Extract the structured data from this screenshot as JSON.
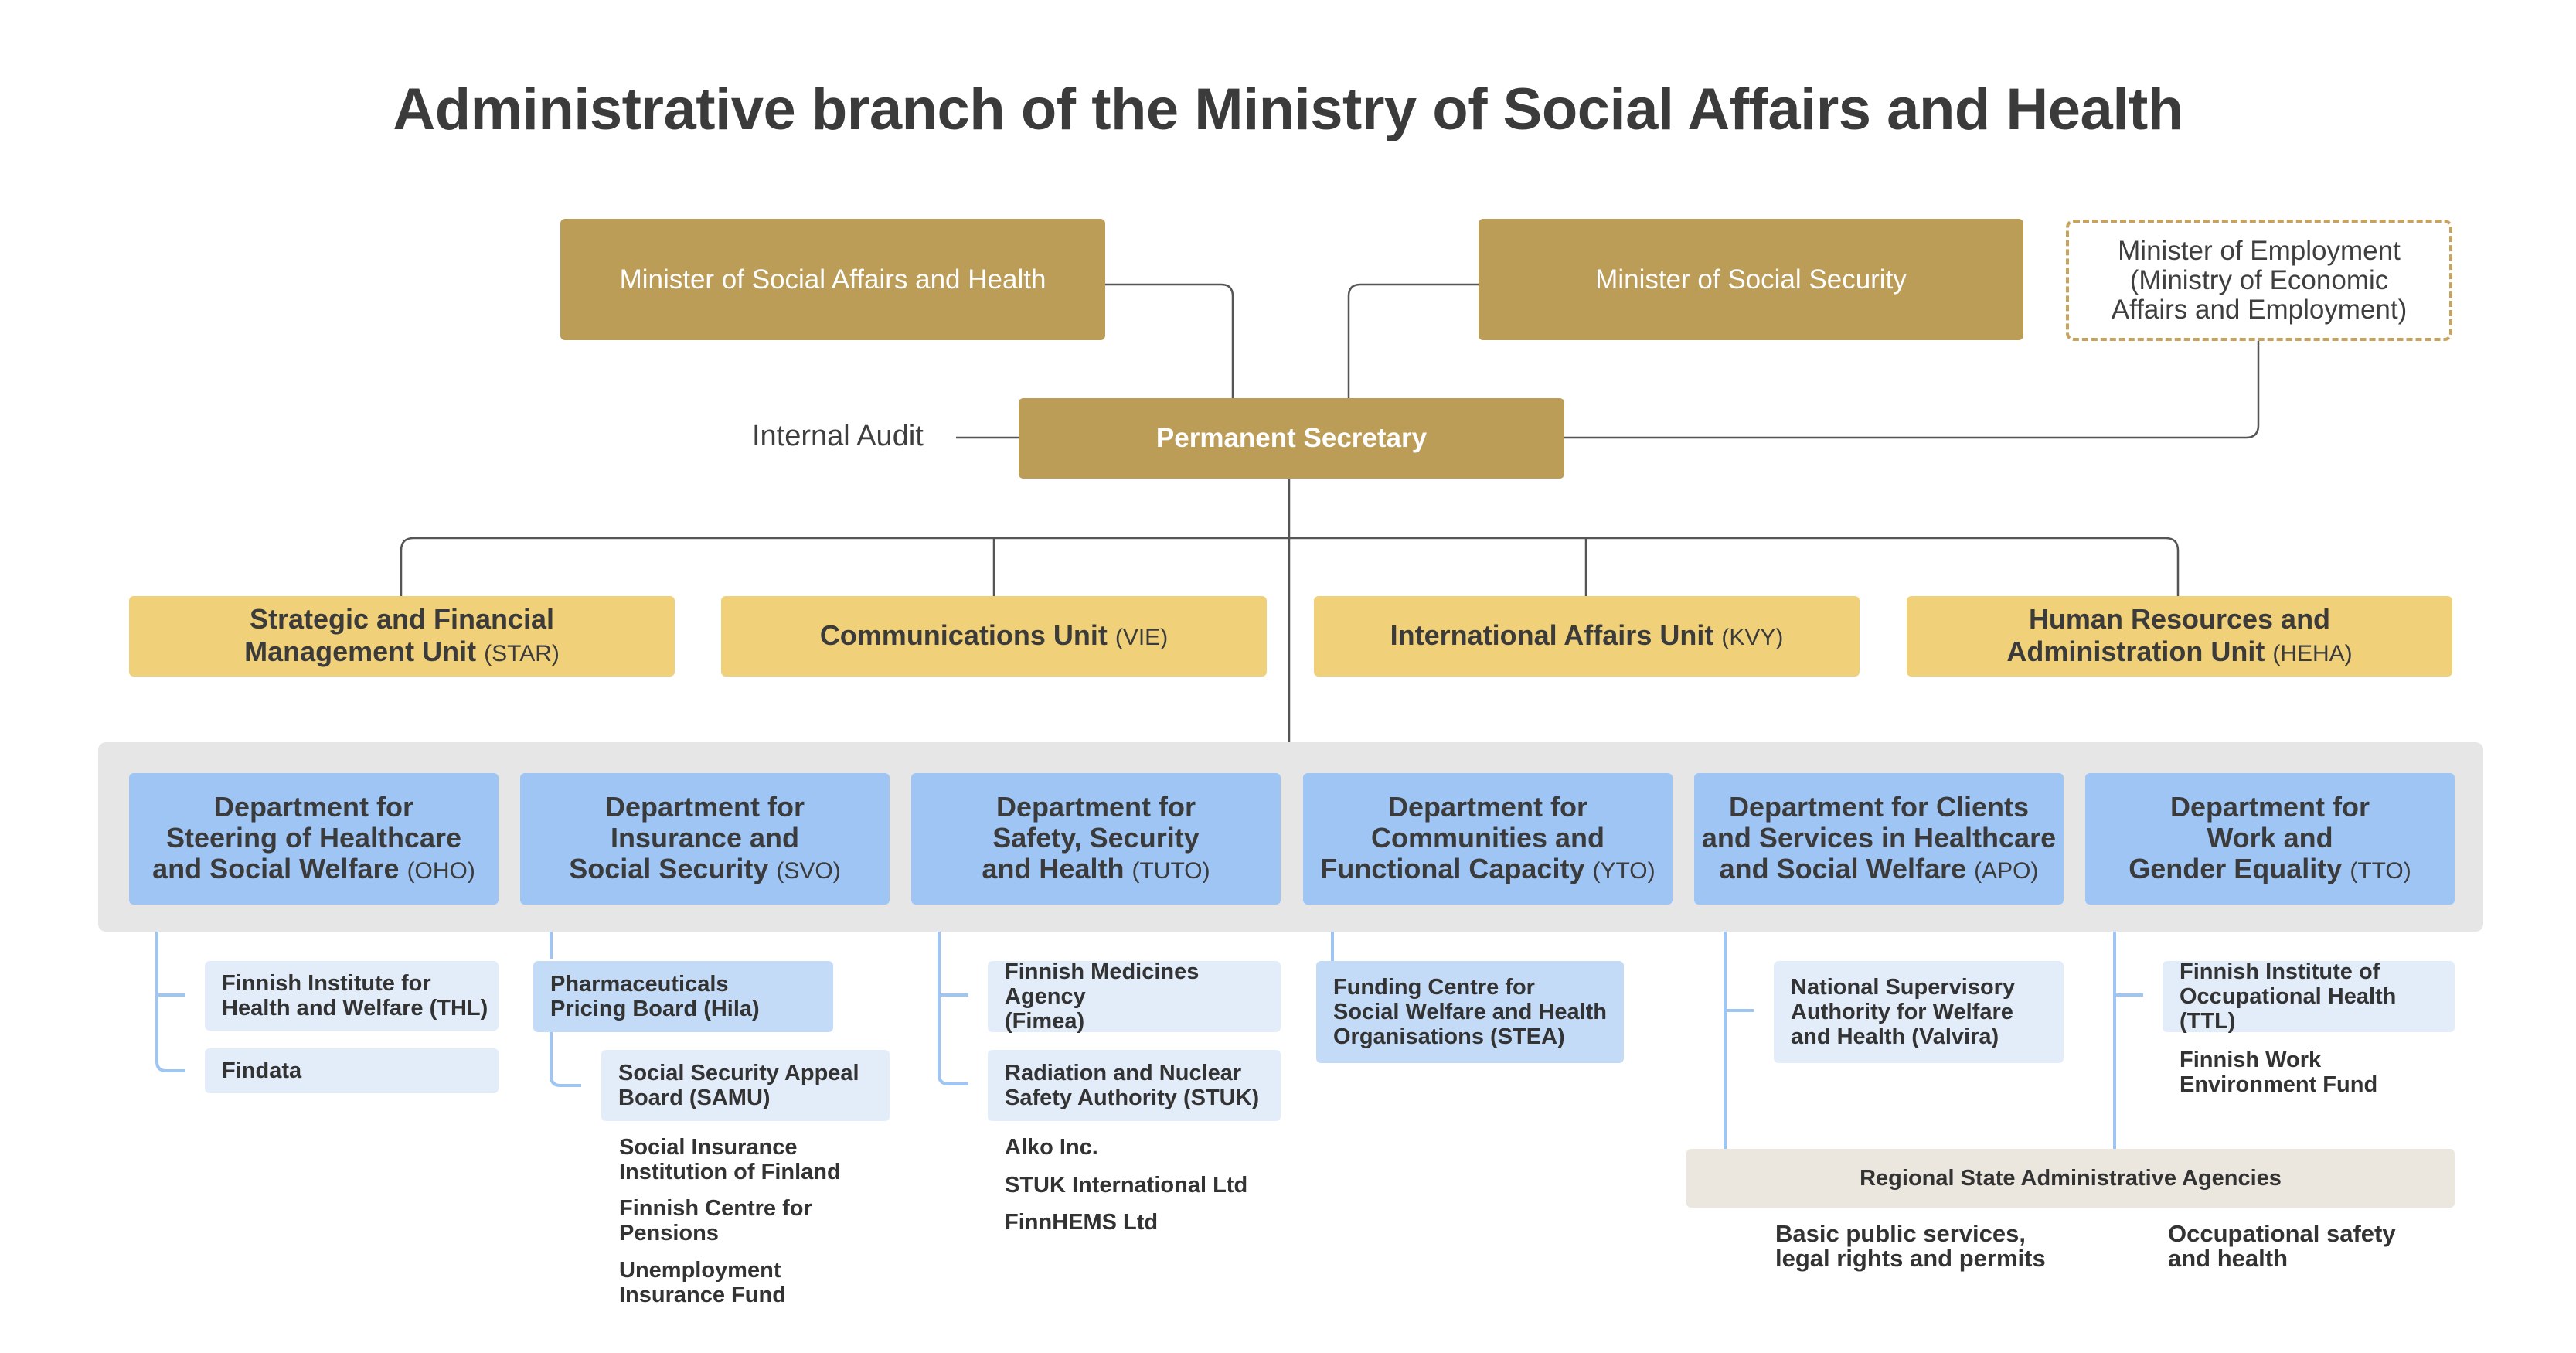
{
  "title": "Administrative branch of the Ministry of Social Affairs and Health",
  "ministers": {
    "social_affairs": "Minister of Social Affairs and Health",
    "social_security": "Minister of Social Security",
    "employment": [
      "Minister of Employment",
      "(Ministry of Economic",
      "Affairs and Employment)"
    ]
  },
  "permanent_secretary": "Permanent Secretary",
  "internal_audit": "Internal Audit",
  "units": [
    {
      "lines": [
        "Strategic and Financial",
        "Management Unit"
      ],
      "abbr": "(STAR)"
    },
    {
      "lines": [
        "Communications Unit"
      ],
      "abbr": "(VIE)"
    },
    {
      "lines": [
        "International Affairs Unit"
      ],
      "abbr": "(KVY)"
    },
    {
      "lines": [
        "Human Resources and",
        "Administration Unit"
      ],
      "abbr": "(HEHA)"
    }
  ],
  "departments": [
    {
      "lines": [
        "Department for",
        "Steering of Healthcare",
        "and Social Welfare"
      ],
      "abbr": "(OHO)"
    },
    {
      "lines": [
        "Department for",
        "Insurance and",
        "Social Security"
      ],
      "abbr": "(SVO)"
    },
    {
      "lines": [
        "Department for",
        "Safety, Security",
        "and Health"
      ],
      "abbr": "(TUTO)"
    },
    {
      "lines": [
        "Department for",
        "Communities and",
        "Functional Capacity"
      ],
      "abbr": "(YTO)"
    },
    {
      "lines": [
        "Department for Clients",
        "and Services in Healthcare",
        "and Social Welfare"
      ],
      "abbr": "(APO)"
    },
    {
      "lines": [
        "Department for",
        "Work and",
        "Gender Equality"
      ],
      "abbr": "(TTO)"
    }
  ],
  "agencies": {
    "oho": [
      [
        "Finnish Institute for",
        "Health and Welfare (THL)"
      ],
      [
        "Findata"
      ]
    ],
    "svo_boxed": [
      [
        "Pharmaceuticals",
        "Pricing Board (Hila)"
      ],
      [
        "Social Security Appeal",
        "Board (SAMU)"
      ]
    ],
    "svo_plain": [
      [
        "Social Insurance",
        "Institution of Finland"
      ],
      [
        "Finnish Centre for",
        "Pensions"
      ],
      [
        "Unemployment",
        "Insurance Fund"
      ]
    ],
    "tuto_boxed": [
      [
        "Finnish Medicines Agency",
        "(Fimea)"
      ],
      [
        "Radiation and Nuclear",
        "Safety Authority (STUK)"
      ]
    ],
    "tuto_plain": [
      "Alko Inc.",
      "STUK International Ltd",
      "FinnHEMS Ltd"
    ],
    "yto": [
      [
        "Funding Centre for",
        "Social Welfare and Health",
        "Organisations (STEA)"
      ]
    ],
    "apo": [
      [
        "National Supervisory",
        "Authority for Welfare",
        "and Health (Valvira)"
      ]
    ],
    "tto_boxed": [
      [
        "Finnish Institute of",
        "Occupational Health (TTL)"
      ]
    ],
    "tto_plain": [
      [
        "Finnish Work",
        "Environment Fund"
      ]
    ]
  },
  "regional": {
    "label": "Regional State Administrative Agencies",
    "left": [
      "Basic public services,",
      "legal rights and permits"
    ],
    "right": [
      "Occupational safety",
      "and health"
    ]
  },
  "colors": {
    "minister": "#bc9d58",
    "unit": "#f0d078",
    "department": "#9fc5f5",
    "department_band": "#e6e6e6",
    "agency": "#e3edfa",
    "connector_gray": "#555555",
    "connector_blue": "#9fc5f5"
  }
}
